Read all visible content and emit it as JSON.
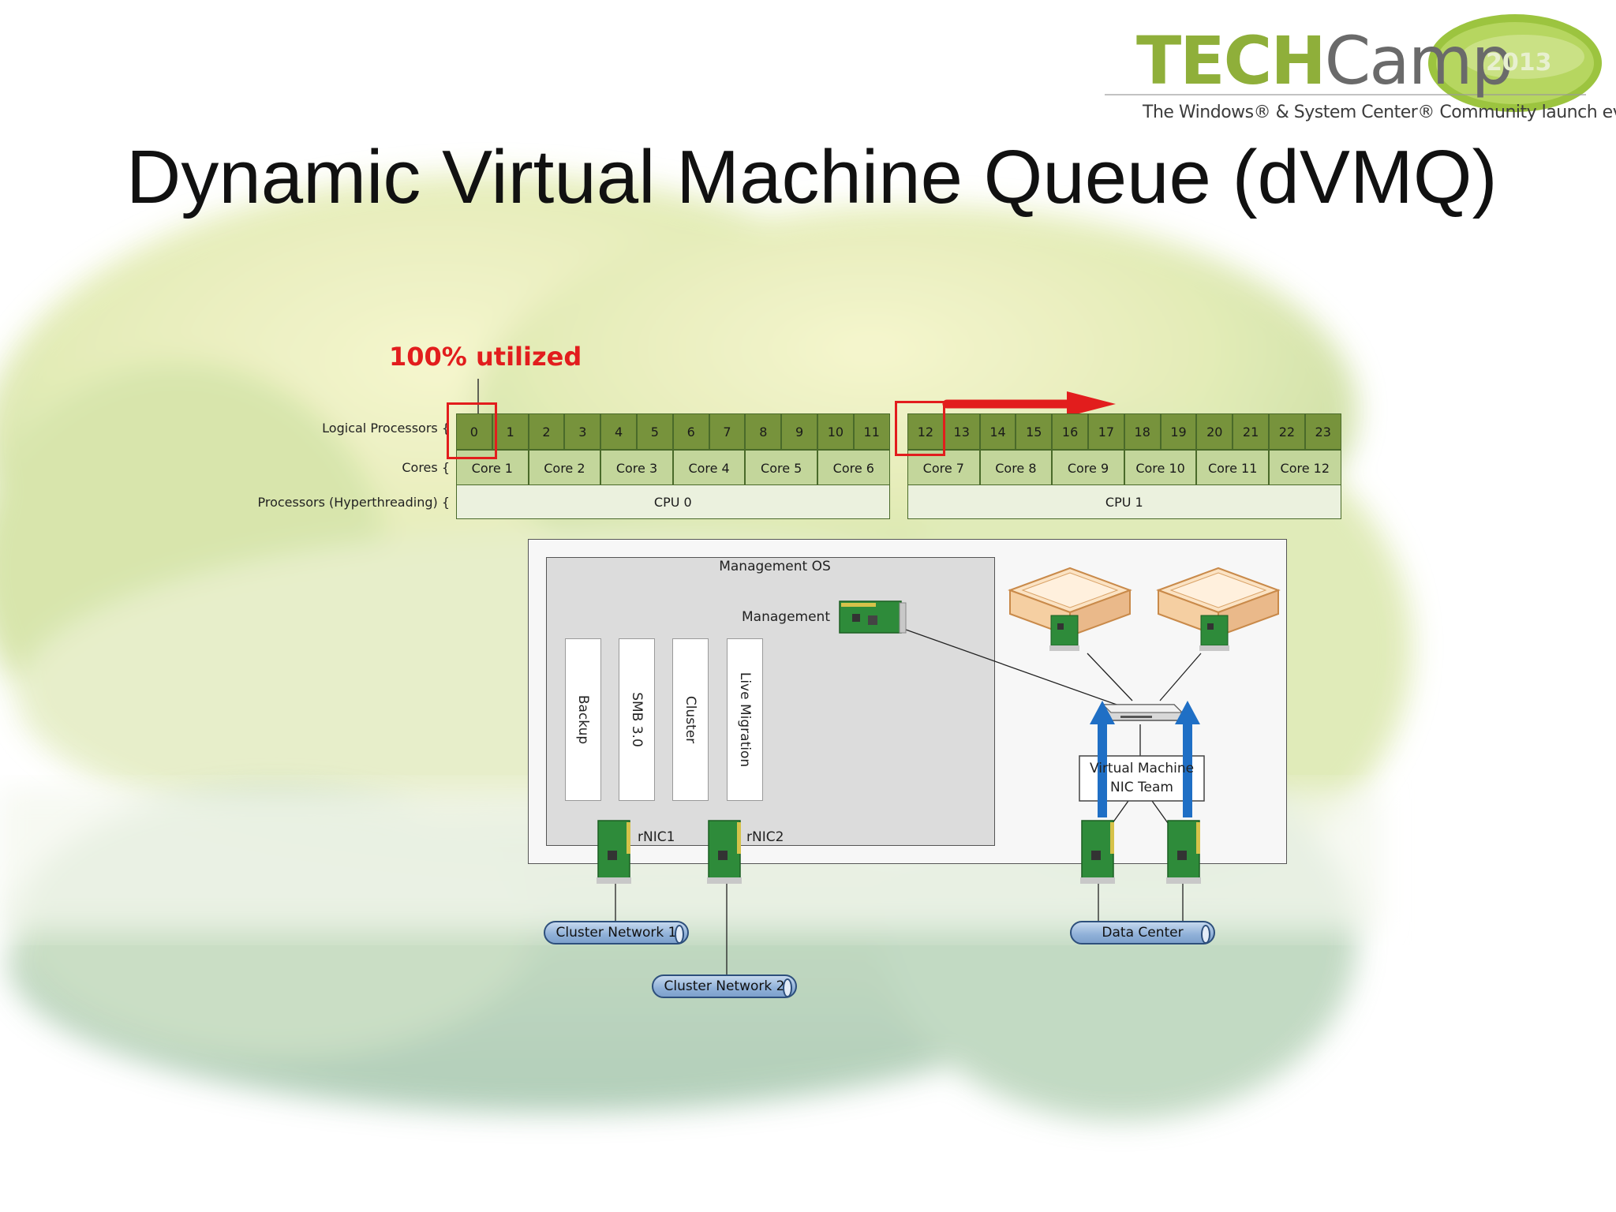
{
  "slide": {
    "title": "Dynamic Virtual Machine Queue (dVMQ)"
  },
  "logo": {
    "tech": "TECH",
    "camp": "Camp",
    "year": "2013",
    "tagline": "The Windows® & System Center® Community launch event."
  },
  "processor_table": {
    "utilized_label": "100% utilized",
    "row_labels": {
      "logical": "Logical Processors {",
      "cores": "Cores {",
      "processors": "Processors (Hyperthreading) {"
    },
    "logical_processors": [
      "0",
      "1",
      "2",
      "3",
      "4",
      "5",
      "6",
      "7",
      "8",
      "9",
      "10",
      "11",
      "12",
      "13",
      "14",
      "15",
      "16",
      "17",
      "18",
      "19",
      "20",
      "21",
      "22",
      "23"
    ],
    "cores": [
      "Core 1",
      "Core 2",
      "Core 3",
      "Core 4",
      "Core 5",
      "Core 6",
      "Core 7",
      "Core 8",
      "Core 9",
      "Core 10",
      "Core 11",
      "Core 12"
    ],
    "cpus": [
      "CPU 0",
      "CPU 1"
    ]
  },
  "host_diagram": {
    "management_os": "Management OS",
    "management_nic": "Management",
    "services": [
      "Backup",
      "SMB 3.0",
      "Cluster",
      "Live Migration"
    ],
    "rnic1": "rNIC1",
    "rnic2": "rNIC2",
    "nic_team_line1": "Virtual Machine",
    "nic_team_line2": "NIC Team",
    "networks": {
      "cluster1": "Cluster Network 1",
      "cluster2": "Cluster Network 2",
      "datacenter": "Data Center"
    }
  },
  "colors": {
    "logical_processor": "#77933c",
    "core": "#c3d69b",
    "cpu": "#ebf1de",
    "highlight": "#e21d1d",
    "vmq_arrow": "#1f6fc5"
  }
}
